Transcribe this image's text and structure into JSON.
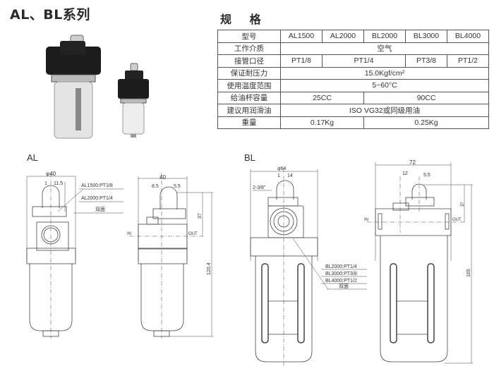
{
  "title": "AL、BL系列",
  "spec": {
    "title": "规  格",
    "header": {
      "label": "型号",
      "models": [
        "AL1500",
        "AL2000",
        "BL2000",
        "BL3000",
        "BL4000"
      ]
    },
    "rows": [
      {
        "label": "工作介质",
        "values": [
          "空气"
        ]
      },
      {
        "label": "接管口径",
        "values": [
          "PT1/8",
          "PT1/4",
          "PT3/8",
          "PT1/2"
        ]
      },
      {
        "label": "保证耐压力",
        "values": [
          "15.0Kgf/cm²"
        ]
      },
      {
        "label": "使用温度范围",
        "values": [
          "5~60°C"
        ]
      },
      {
        "label": "给油杯容量",
        "values": [
          "25CC",
          "90CC"
        ]
      },
      {
        "label": "建议用润滑油",
        "values": [
          "ISO VG32或同级用油"
        ]
      },
      {
        "label": "重量",
        "values": [
          "0.17Kg",
          "0.25Kg"
        ]
      }
    ]
  },
  "drawings": {
    "al": {
      "label": "AL",
      "front": {
        "width_dim": "φ40",
        "offset_dim": "1",
        "offset_dim2": "11.5",
        "port_labels": [
          "AL1500:PT1/8",
          "AL2000:PT1/4",
          "双面"
        ]
      },
      "side": {
        "width_dim": "40",
        "left_dim": "8.5",
        "right_dim": "5.5",
        "height_dim": "37",
        "total_height": "120.4",
        "in_label": "IN",
        "out_label": "OUT"
      }
    },
    "bl": {
      "label": "BL",
      "front": {
        "width_dim": "φ64",
        "offset_dim": "1",
        "offset_dim2": "14",
        "thread_label": "2-3/8\"",
        "port_labels": [
          "BL2000:PT1/4",
          "BL3000:PT3/8",
          "BL4000:PT1/2",
          "双面"
        ]
      },
      "side": {
        "width_dim": "72",
        "left_dim": "12",
        "right_dim": "5.5",
        "height_dim": "37",
        "total_height": "165",
        "in_label": "IN",
        "out_label": "OUT"
      }
    }
  }
}
